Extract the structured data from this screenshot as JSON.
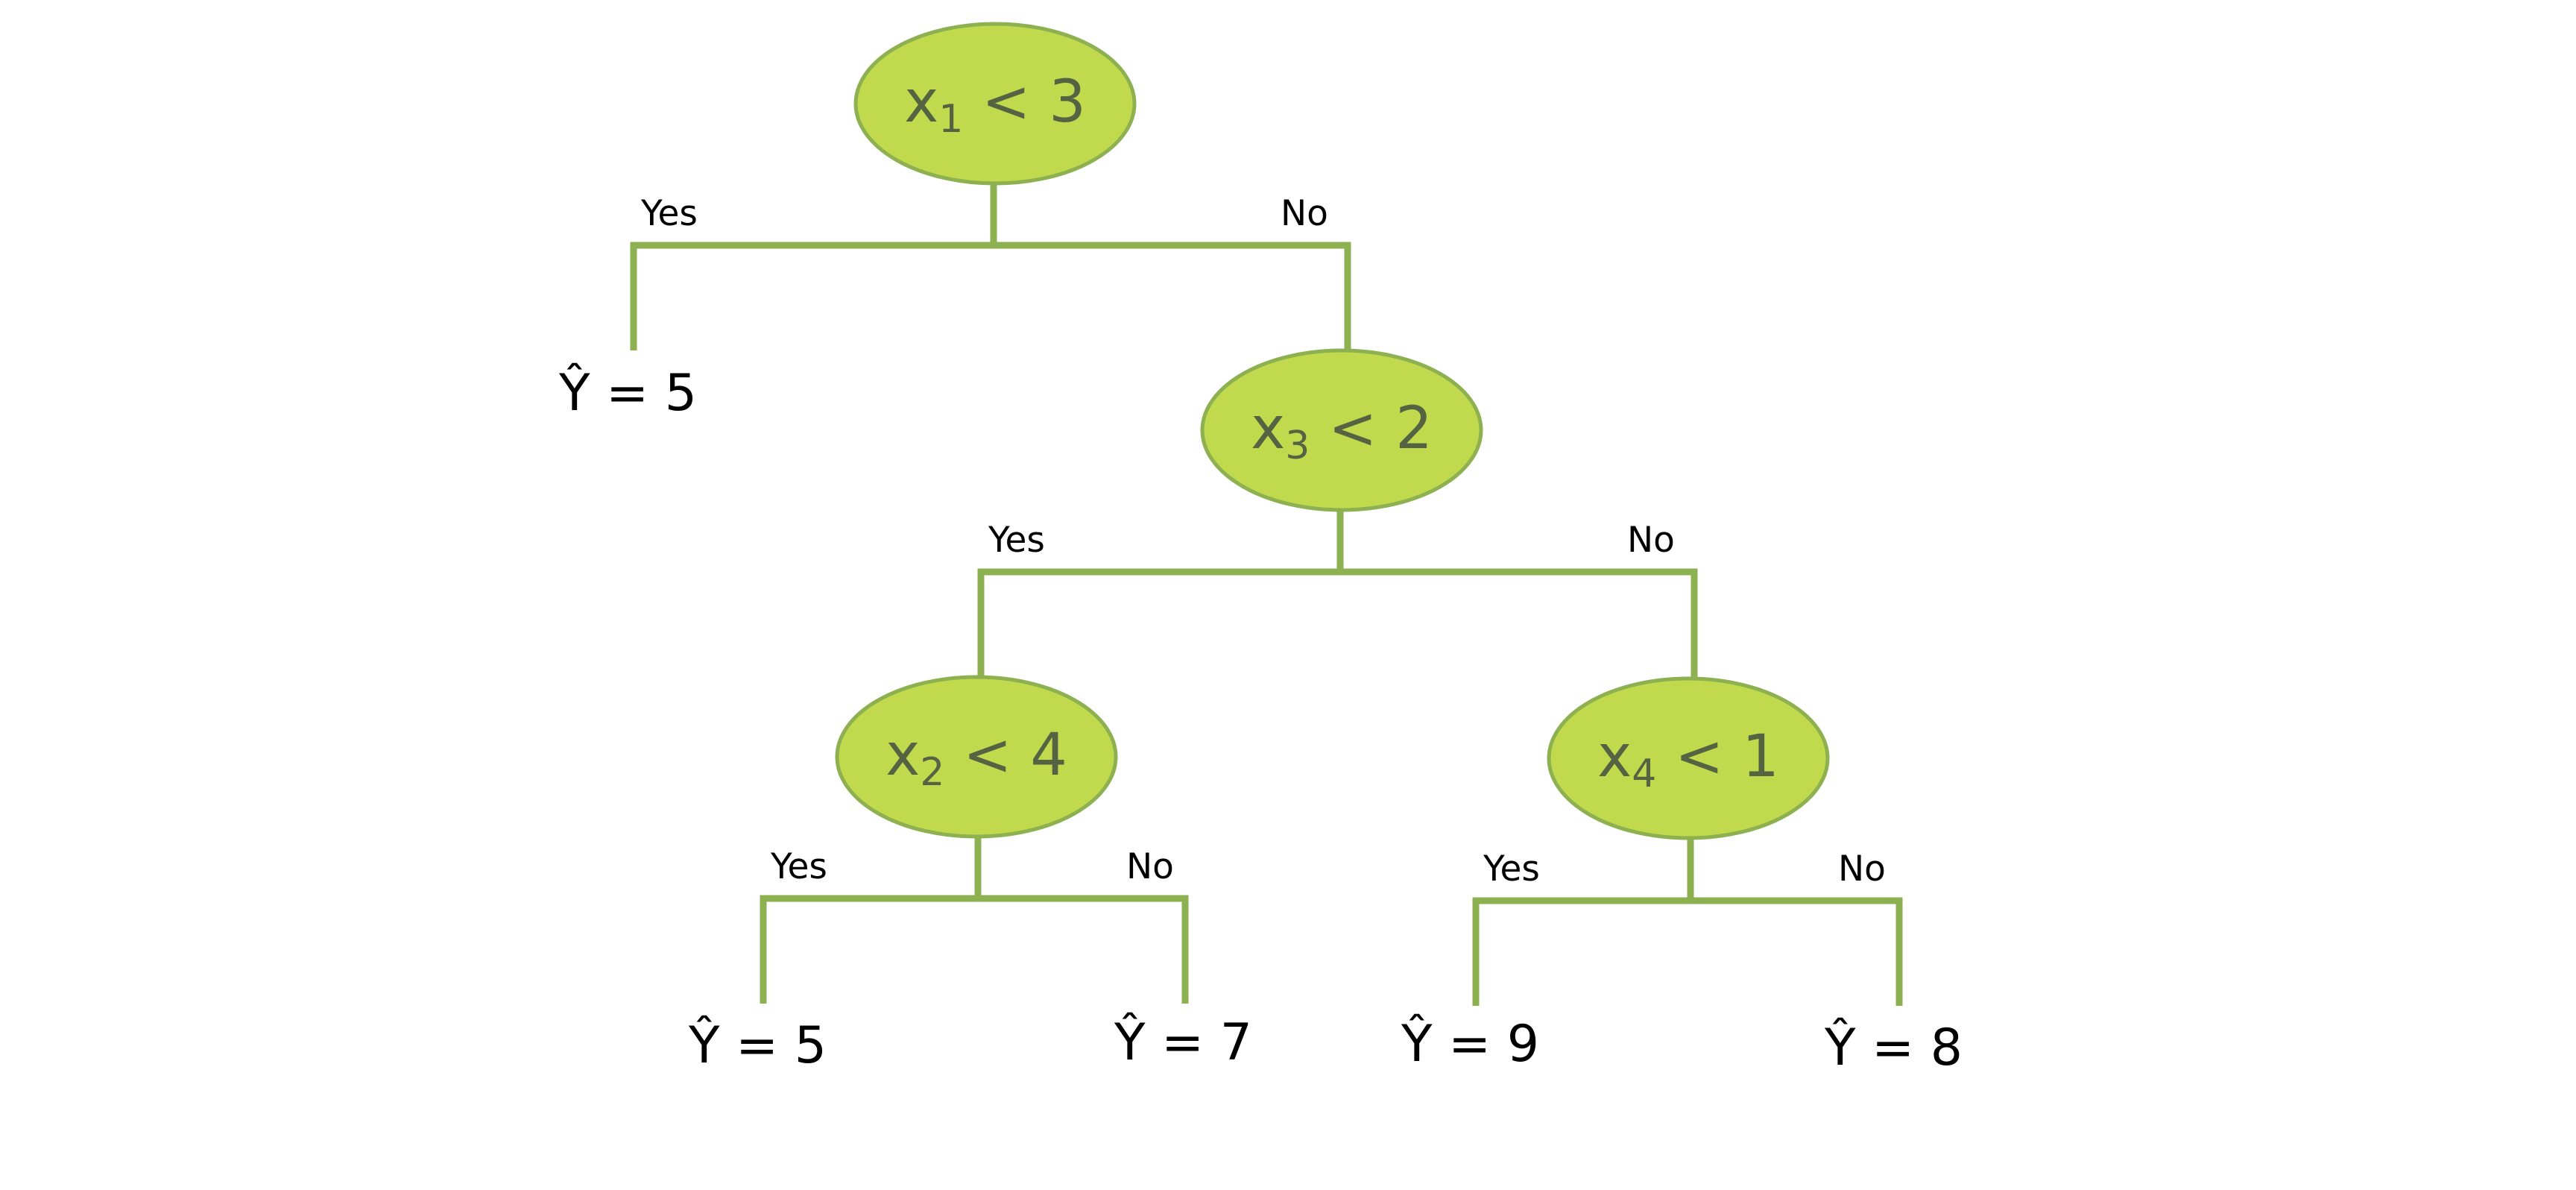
{
  "nodes": {
    "root": {
      "variable": "x",
      "subscript": "1",
      "condition": " < 3"
    },
    "n3": {
      "variable": "x",
      "subscript": "3",
      "condition": " < 2"
    },
    "n2": {
      "variable": "x",
      "subscript": "2",
      "condition": " < 4"
    },
    "n4": {
      "variable": "x",
      "subscript": "4",
      "condition": " < 1"
    }
  },
  "branch_labels": {
    "yes": "Yes",
    "no": "No"
  },
  "leaves": {
    "root_yes": "Ŷ = 5",
    "n2_yes": "Ŷ = 5",
    "n2_no": "Ŷ = 7",
    "n4_yes": "Ŷ = 9",
    "n4_no": "Ŷ = 8"
  },
  "colors": {
    "node_fill": "#c0d94d",
    "node_stroke": "#8db050",
    "node_text": "#556343",
    "line": "#8db050"
  }
}
